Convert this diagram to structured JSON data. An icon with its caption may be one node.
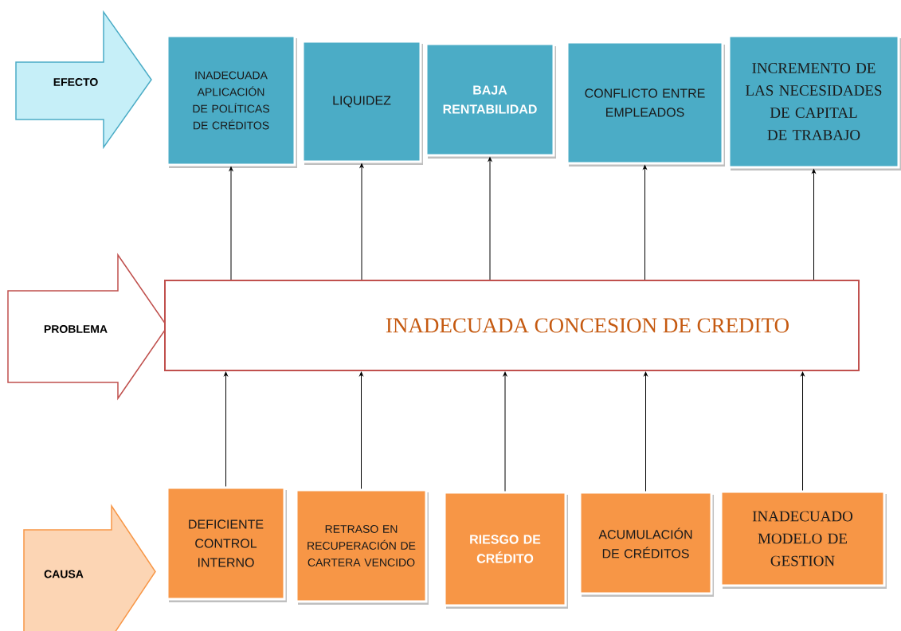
{
  "diagram": {
    "nodes": [
      {
        "text": [
          "EFECTO"
        ]
      },
      {
        "text": [
          "INADECUADA APLICACIÓN DE POLÍTICAS DE CRÉDITOS"
        ]
      },
      {
        "text": [
          "LIQUIDEZ"
        ]
      },
      {
        "text": [
          "BAJA RENTABILIDAD"
        ]
      },
      {
        "text": [
          "CONFLICTO ENTRE EMPLEADOS"
        ]
      },
      {
        "text": [
          "INCREMENTO DE LAS NECESIDADES DE CAPITAL DE TRABAJO"
        ]
      },
      {
        "text": [
          "PROBLEMA"
        ]
      },
      {
        "text": [
          "INADECUADA CONCESION DE CREDITO"
        ]
      },
      {
        "text": [
          "CAUSA"
        ]
      },
      {
        "text": [
          "DEFICIENTE CONTROL INTERNO"
        ]
      },
      {
        "text": [
          "RETRASO EN RECUPERACIÓN DE CARTERA VENCIDO"
        ]
      },
      {
        "text": [
          "RIESGO DE CRÉDITO"
        ]
      },
      {
        "text": [
          "ACUMULACIÓN DE CRÉDITOS"
        ]
      },
      {
        "text": [
          "INADECUADO MODELO DE GESTION"
        ]
      }
    ],
    "edges": [
      {
        "from": 7,
        "to": 1,
        "arrow": "to"
      },
      {
        "from": 7,
        "to": 2,
        "arrow": "to"
      },
      {
        "from": 7,
        "to": 3,
        "arrow": "to"
      },
      {
        "from": 7,
        "to": 4,
        "arrow": "to"
      },
      {
        "from": 7,
        "to": 5,
        "arrow": "to"
      },
      {
        "from": 9,
        "to": 7,
        "arrow": "to"
      },
      {
        "from": 10,
        "to": 7,
        "arrow": "to"
      },
      {
        "from": 11,
        "to": 7,
        "arrow": "to"
      },
      {
        "from": 12,
        "to": 7,
        "arrow": "to"
      },
      {
        "from": 13,
        "to": 7,
        "arrow": "to"
      }
    ]
  }
}
